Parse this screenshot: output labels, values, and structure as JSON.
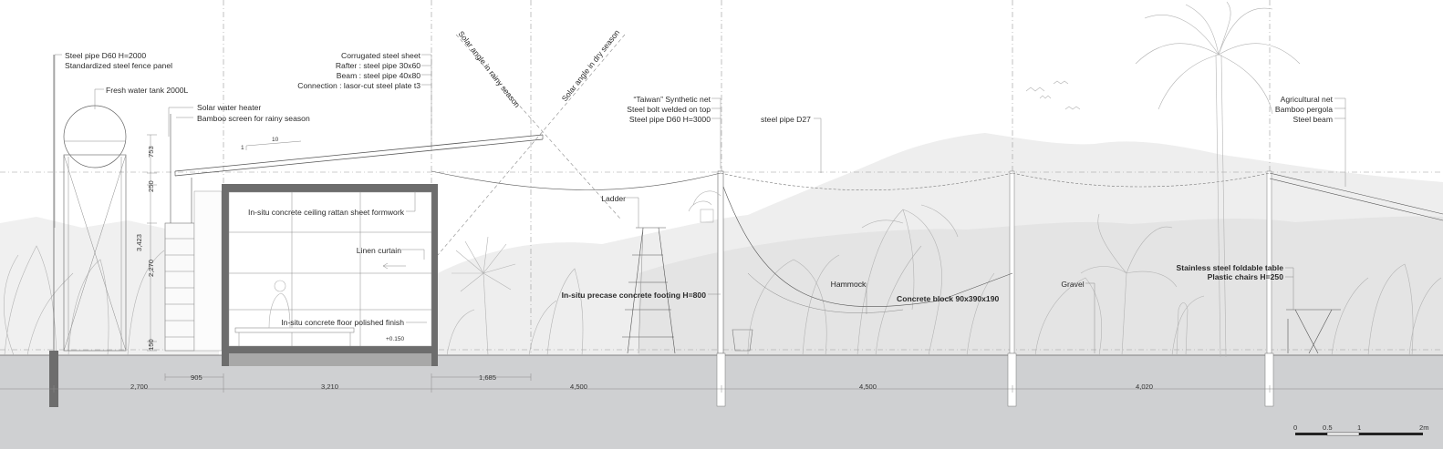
{
  "labels": {
    "steel_pipe_d60_2000": "Steel pipe D60 H=2000",
    "fence_panel": "Standardized steel fence panel",
    "water_tank": "Fresh water tank 2000L",
    "solar_heater": "Solar water heater",
    "bamboo_screen": "Bamboo screen for rainy season",
    "corrugated": "Corrugated steel sheet",
    "rafter": "Rafter : steel pipe 30x60",
    "beam": "Beam : steel pipe 40x80",
    "connection": "Connection : lasor-cut steel plate t3",
    "rainy_angle": "Solar angle in rainy season",
    "dry_angle": "Solar angle in dry season",
    "taiwan_net": "“Taiwan” Synthetic net",
    "steel_bolt": "Steel bolt welded on top",
    "steel_pipe_d60_3000": "Steel pipe D60 H=3000",
    "steel_pipe_d27": "steel pipe D27",
    "agri_net": "Agricultural net",
    "bamboo_pergola": "Bamboo pergola",
    "steel_beam": "Steel beam",
    "ceiling": "In-situ concrete ceiling rattan sheet formwork",
    "ladder": "Ladder",
    "linen_curtain": "Linen curtain",
    "table": "Stainless steel foldable table",
    "chairs": "Plastic chairs H=250",
    "footing": "In-situ precase concrete footing H=800",
    "hammock": "Hammock",
    "concrete_block": "Concrete block 90x390x190",
    "gravel": "Gravel",
    "floor": "In-situ concrete floor polished finish",
    "level": "+0.150",
    "slope_1": "1",
    "slope_10": "10"
  },
  "vertical_dims": [
    "753",
    "250",
    "3,423",
    "2,270",
    "150"
  ],
  "horizontal_dims": {
    "d905": "905",
    "d1685": "1,685",
    "d2700": "2,700",
    "d3210": "3,210",
    "d4500a": "4,500",
    "d4500b": "4,500",
    "d4020": "4,020"
  },
  "scale_bar": [
    "0",
    "0.5",
    "1",
    "2m"
  ],
  "colors": {
    "ground": "#cfd0d2",
    "hill": "#ececec",
    "wall": "#6d6d6d",
    "line": "#555555"
  }
}
